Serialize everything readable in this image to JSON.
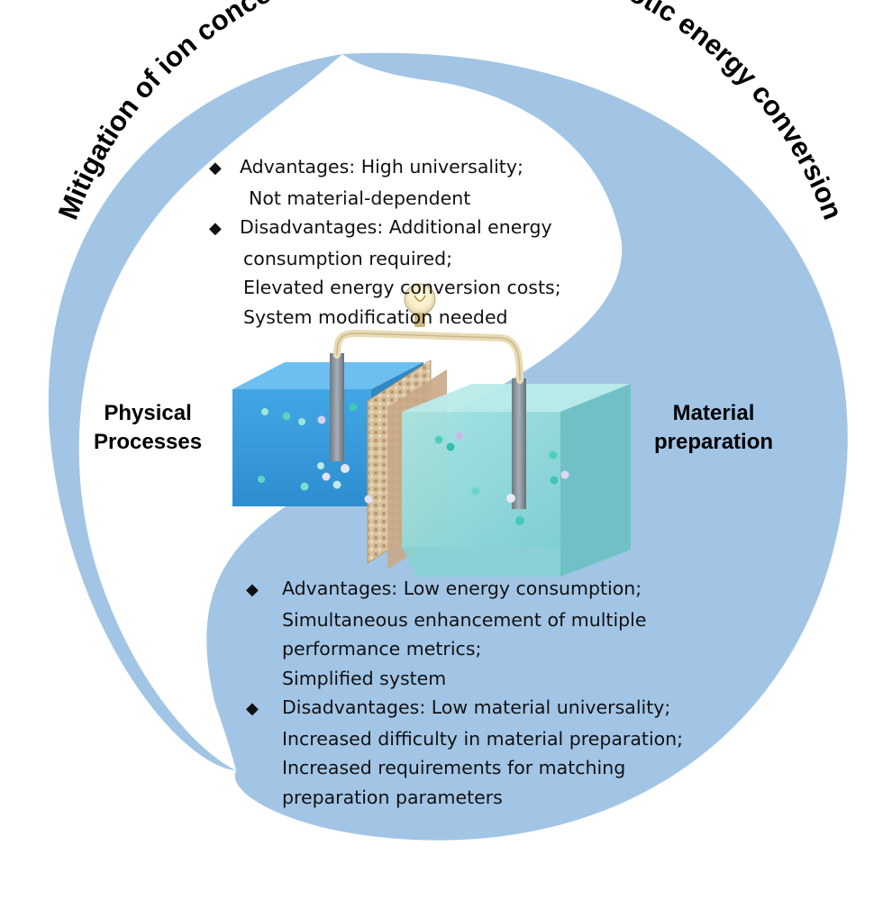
{
  "title": "Mitigation of ion concentration polarization in osmotic energy conversion",
  "labels": {
    "left": [
      "Physical",
      "Processes"
    ],
    "right": [
      "Material",
      "preparation"
    ]
  },
  "physical": {
    "advantages": {
      "head": "Advantages: High universality;",
      "lines": [
        "Not material-dependent"
      ]
    },
    "disadvantages": {
      "head": "Disadvantages: Additional energy",
      "lines": [
        "consumption required;",
        "Elevated energy conversion costs;",
        "System modification needed"
      ]
    }
  },
  "material": {
    "advantages": {
      "head": "Advantages: Low energy consumption;",
      "lines": [
        "Simultaneous enhancement of multiple",
        "performance metrics;",
        "Simplified system"
      ]
    },
    "disadvantages": {
      "head": "Disadvantages: Low material universality;",
      "lines": [
        "Increased difficulty in material preparation;",
        "Increased requirements for matching",
        "preparation parameters"
      ]
    }
  },
  "bullet_glyph": "◆",
  "colors": {
    "ring": "#a2c5e6",
    "left_water": "#3a9ad8",
    "right_water": "#8fd8d8",
    "membrane": "#d8c09c",
    "electrode": "#7f8a92",
    "wire": "#e9ddb8"
  },
  "icons": [
    "light-bulb-icon",
    "membrane-icon",
    "electrode-icon"
  ]
}
